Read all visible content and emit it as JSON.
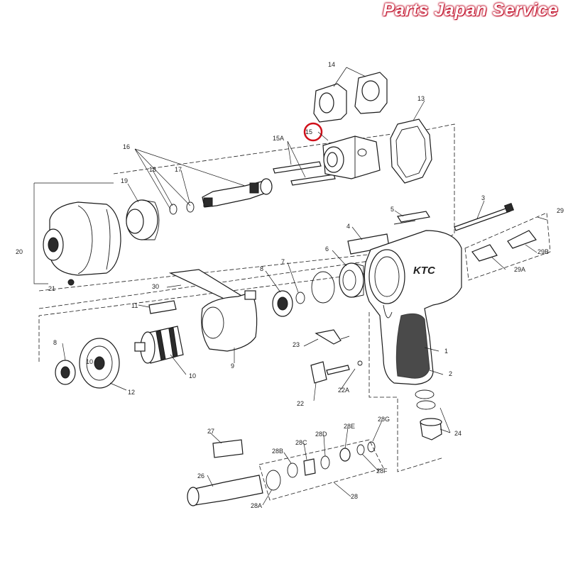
{
  "brand": {
    "text": "Parts Japan Service",
    "color": "#c0102a"
  },
  "highlight": {
    "part": "15",
    "color": "#d0101a"
  },
  "tool_logo": "KTC",
  "callouts": [
    "1",
    "2",
    "3",
    "4",
    "5",
    "6",
    "7",
    "8",
    "8",
    "9",
    "10",
    "11",
    "12",
    "13",
    "14",
    "15",
    "15A",
    "16",
    "17",
    "18",
    "19",
    "20",
    "21",
    "22",
    "22A",
    "23",
    "24",
    "26",
    "27",
    "28",
    "28A",
    "28B",
    "28C",
    "28D",
    "28E",
    "28F",
    "28G",
    "29",
    "29A",
    "29B",
    "30"
  ]
}
